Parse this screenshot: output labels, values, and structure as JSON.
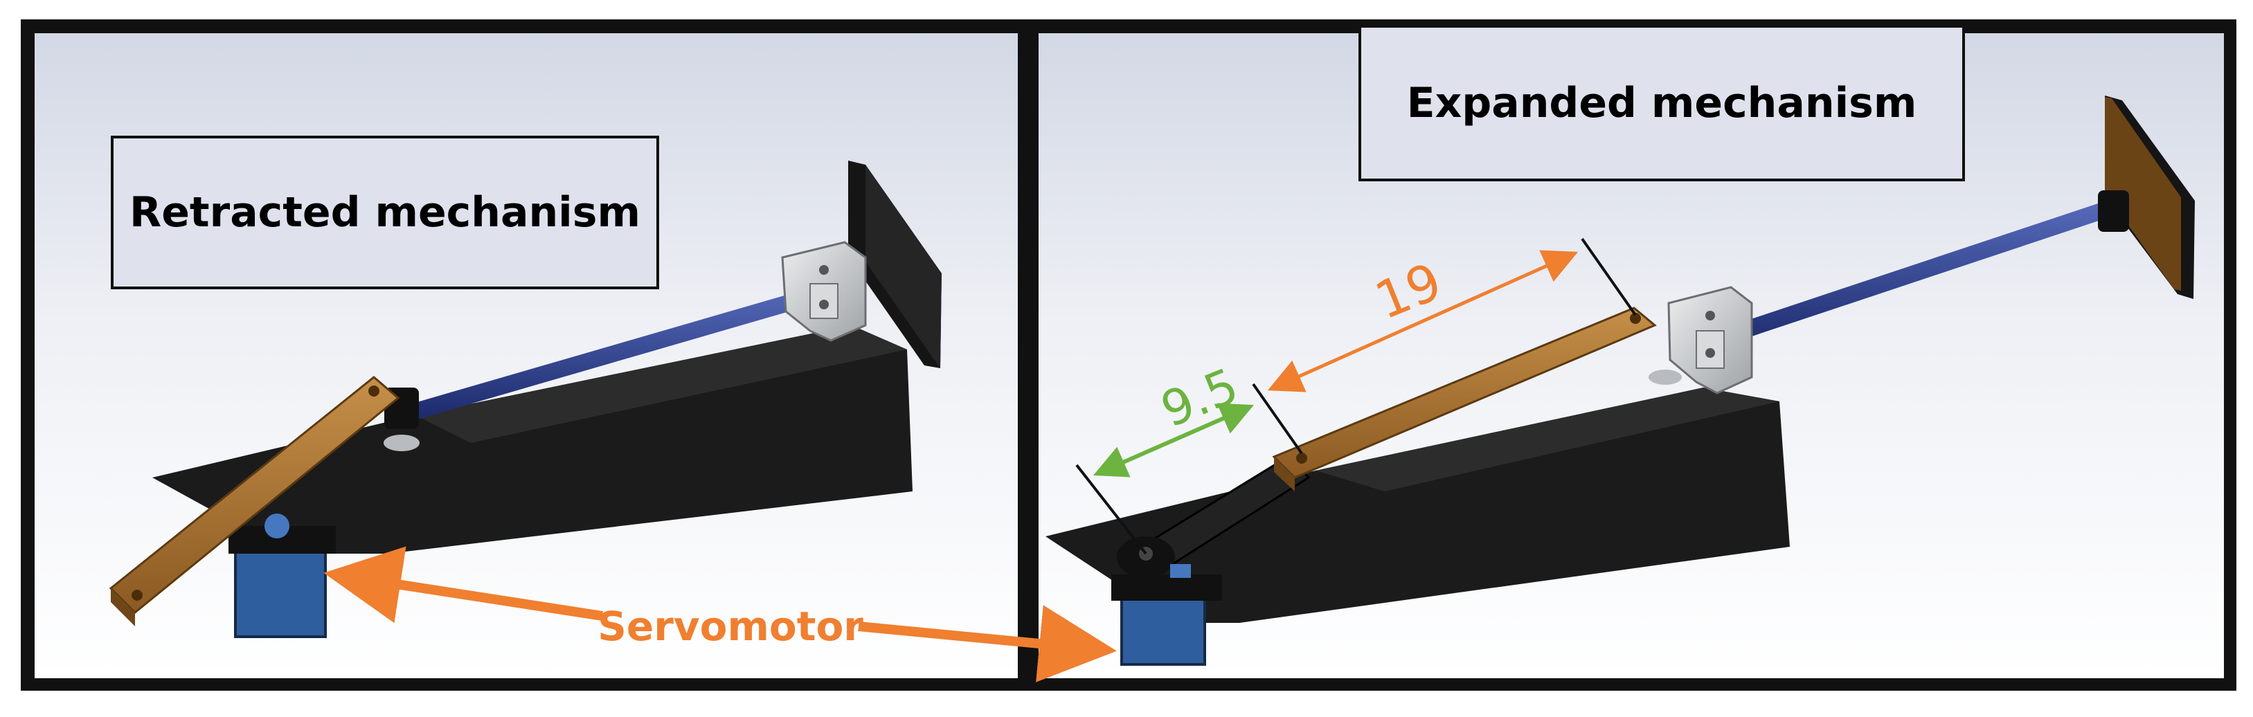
{
  "panels": {
    "left": {
      "title": "Retracted mechanism"
    },
    "right": {
      "title": "Expanded mechanism"
    }
  },
  "annotations": {
    "servomotor": "Servomotor",
    "dim_short": "9.5",
    "dim_long": "19"
  },
  "colors": {
    "frame": "#111111",
    "label_bg": "#dfe1ec",
    "arrow_orange": "#f07f30",
    "dim_green": "#6db33f",
    "wood": "#a8732f",
    "rod_blue": "#2a3e8c",
    "base_black": "#1b1b1b",
    "bearing_gray": "#c9cbcd",
    "servo_blue": "#3b6fb0"
  }
}
